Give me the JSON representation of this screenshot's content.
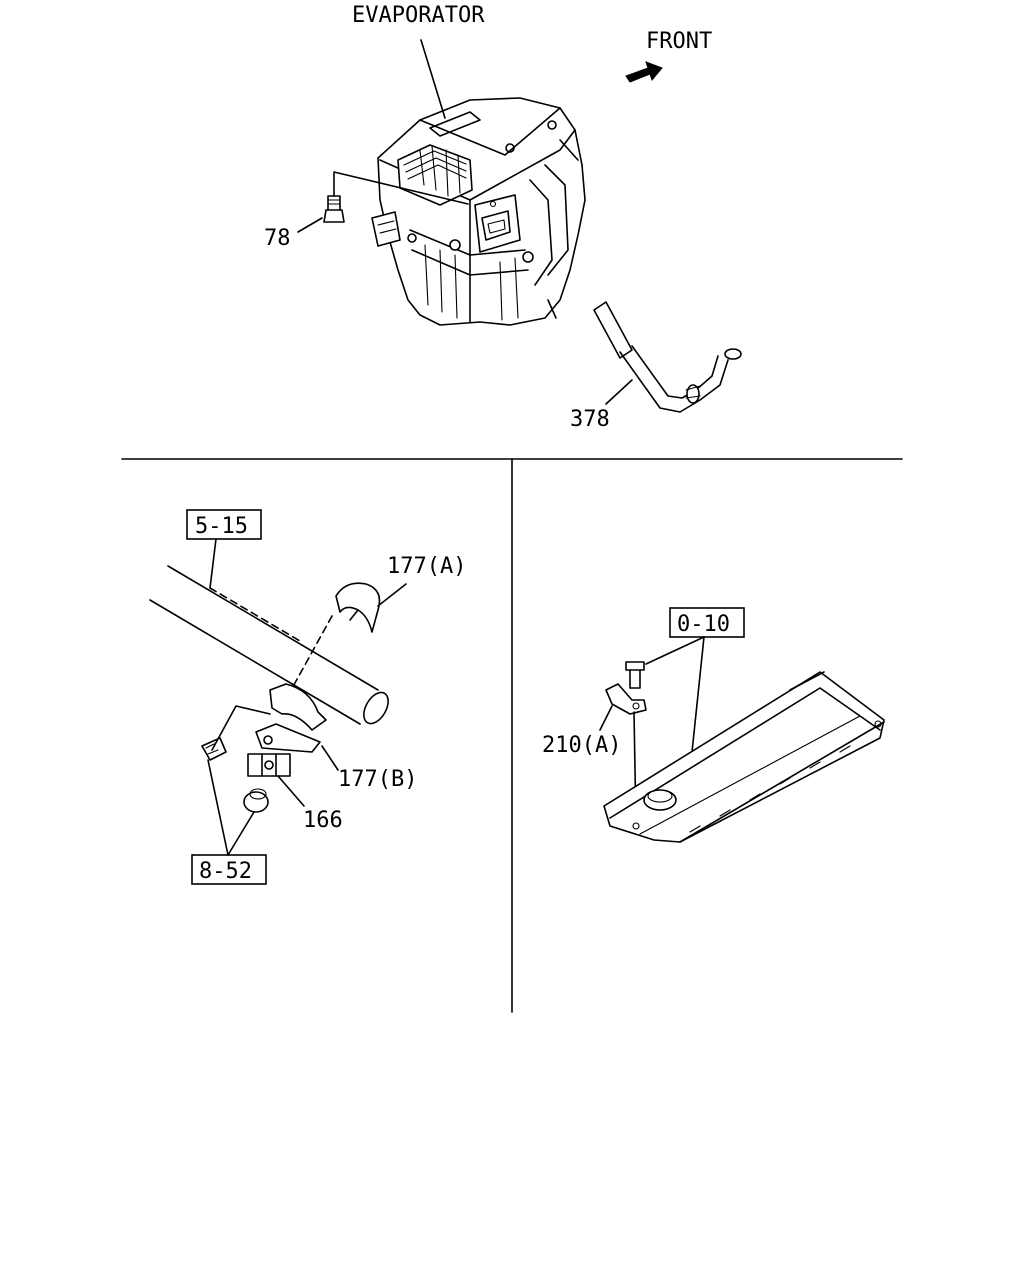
{
  "labels": {
    "evaporator": "EVAPORATOR",
    "front": "FRONT",
    "part_78": "78",
    "part_378": "378",
    "ref_5_15": "5-15",
    "part_177a": "177(A)",
    "part_177b": "177(B)",
    "part_166": "166",
    "ref_8_52": "8-52",
    "ref_0_10": "0-10",
    "part_210a": "210(A)"
  }
}
